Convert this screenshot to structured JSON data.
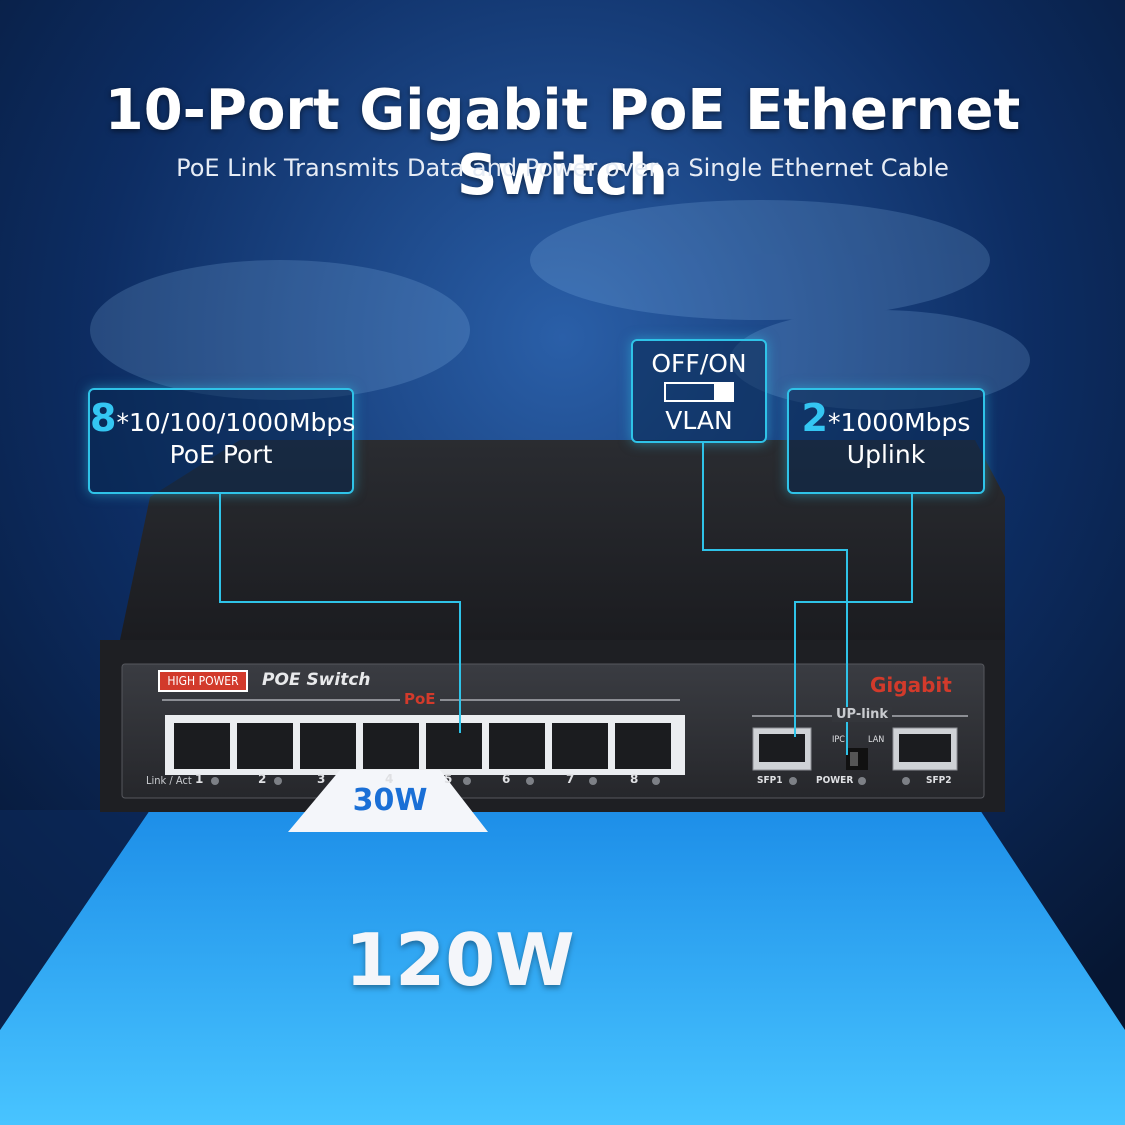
{
  "headline": "10-Port Gigabit PoE Ethernet Switch",
  "subline": "PoE Link Transmits Data and Power over a Single Ethernet Cable",
  "callout_poe": {
    "count": "8",
    "speed": "*10/100/1000Mbps",
    "label": "PoE Port"
  },
  "callout_vlan": {
    "top": "OFF/ON",
    "bottom": "VLAN"
  },
  "callout_uplink": {
    "count": "2",
    "speed": "*1000Mbps",
    "label": "Uplink"
  },
  "device": {
    "badge": "HIGH POWER",
    "name": "POE Switch",
    "brand": "Gigabit",
    "poe_label": "PoE",
    "uplink_label": "UP-link",
    "link_act": "Link / Act",
    "port_numbers": [
      "1",
      "2",
      "3",
      "4",
      "5",
      "6",
      "7",
      "8"
    ],
    "sfp1": "SFP1",
    "sfp2": "SFP2",
    "power": "POWER",
    "switch_left": "IPC",
    "switch_right": "LAN"
  },
  "watt_port": "30W",
  "watt_total": "120W",
  "colors": {
    "accent": "#2fc3e8",
    "highlight": "#34c6f2",
    "badge_red": "#d23a2b"
  }
}
